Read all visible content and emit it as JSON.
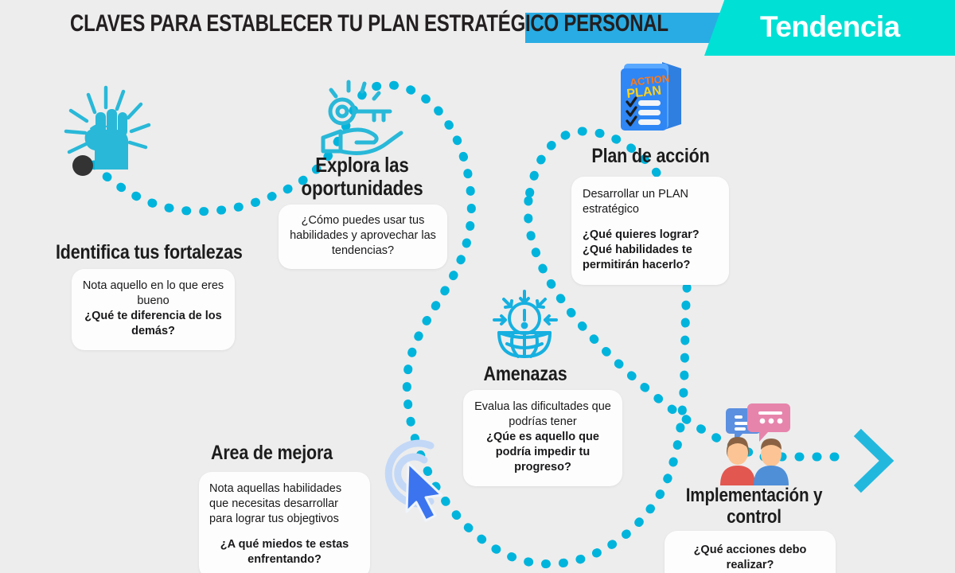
{
  "header": {
    "title": "CLAVES PARA ESTABLECER TU PLAN ESTRATÉGICO PERSONAL",
    "badge": "Tendencia",
    "colors": {
      "band_blue": "#29ace3",
      "band_teal": "#00e0d5",
      "title_text": "#231f20",
      "badge_text": "#ffffff"
    }
  },
  "canvas": {
    "background": "#ededed",
    "path_color": "#00b4dc",
    "start_dot_color": "#333333",
    "arrow_color": "#22b8de"
  },
  "nodes": [
    {
      "id": "identifica-tus-fortalezas",
      "title": "Identifica tus fortalezas",
      "icon": "raised-fist-icon",
      "body_plain": "Nota aquello en lo que eres bueno",
      "body_bold": "¿Qué te diferencia de los demás?"
    },
    {
      "id": "explora-las-oportunidades",
      "title_line1": "Explora las",
      "title_line2": "oportunidades",
      "icon": "hand-holding-key-icon",
      "body_plain": "¿Cómo puedes usar tus habilidades y aprovechar las tendencias?",
      "body_bold": ""
    },
    {
      "id": "plan-de-accion",
      "title": "Plan de acción",
      "icon": "action-plan-clipboard-icon",
      "icon_label_top": "ACTION",
      "icon_label_bottom": "PLAN",
      "body_plain": "Desarrollar un PLAN estratégico",
      "body_bold": "¿Qué quieres lograr? ¿Qué habilidades te permitirán hacerlo?"
    },
    {
      "id": "amenazas",
      "title": "Amenazas",
      "icon": "globe-warning-icon",
      "body_plain": "Evalua las dificultades que podrías tener",
      "body_bold": "¿Qúe es aquello que podría  impedir tu progreso?"
    },
    {
      "id": "area-de-mejora",
      "title": "Area de mejora",
      "icon": "click-cursor-ripple-icon",
      "body_plain": "Nota aquellas habilidades que necesitas desarrollar para lograr tus objegtivos",
      "body_bold": "¿A qué miedos te estas enfrentando?"
    },
    {
      "id": "implementacion-y-control",
      "title_line1": "Implementación y",
      "title_line2": "control",
      "icon": "people-chat-icon",
      "body_plain": "",
      "body_bold": "¿Qué acciones debo realizar?"
    }
  ]
}
